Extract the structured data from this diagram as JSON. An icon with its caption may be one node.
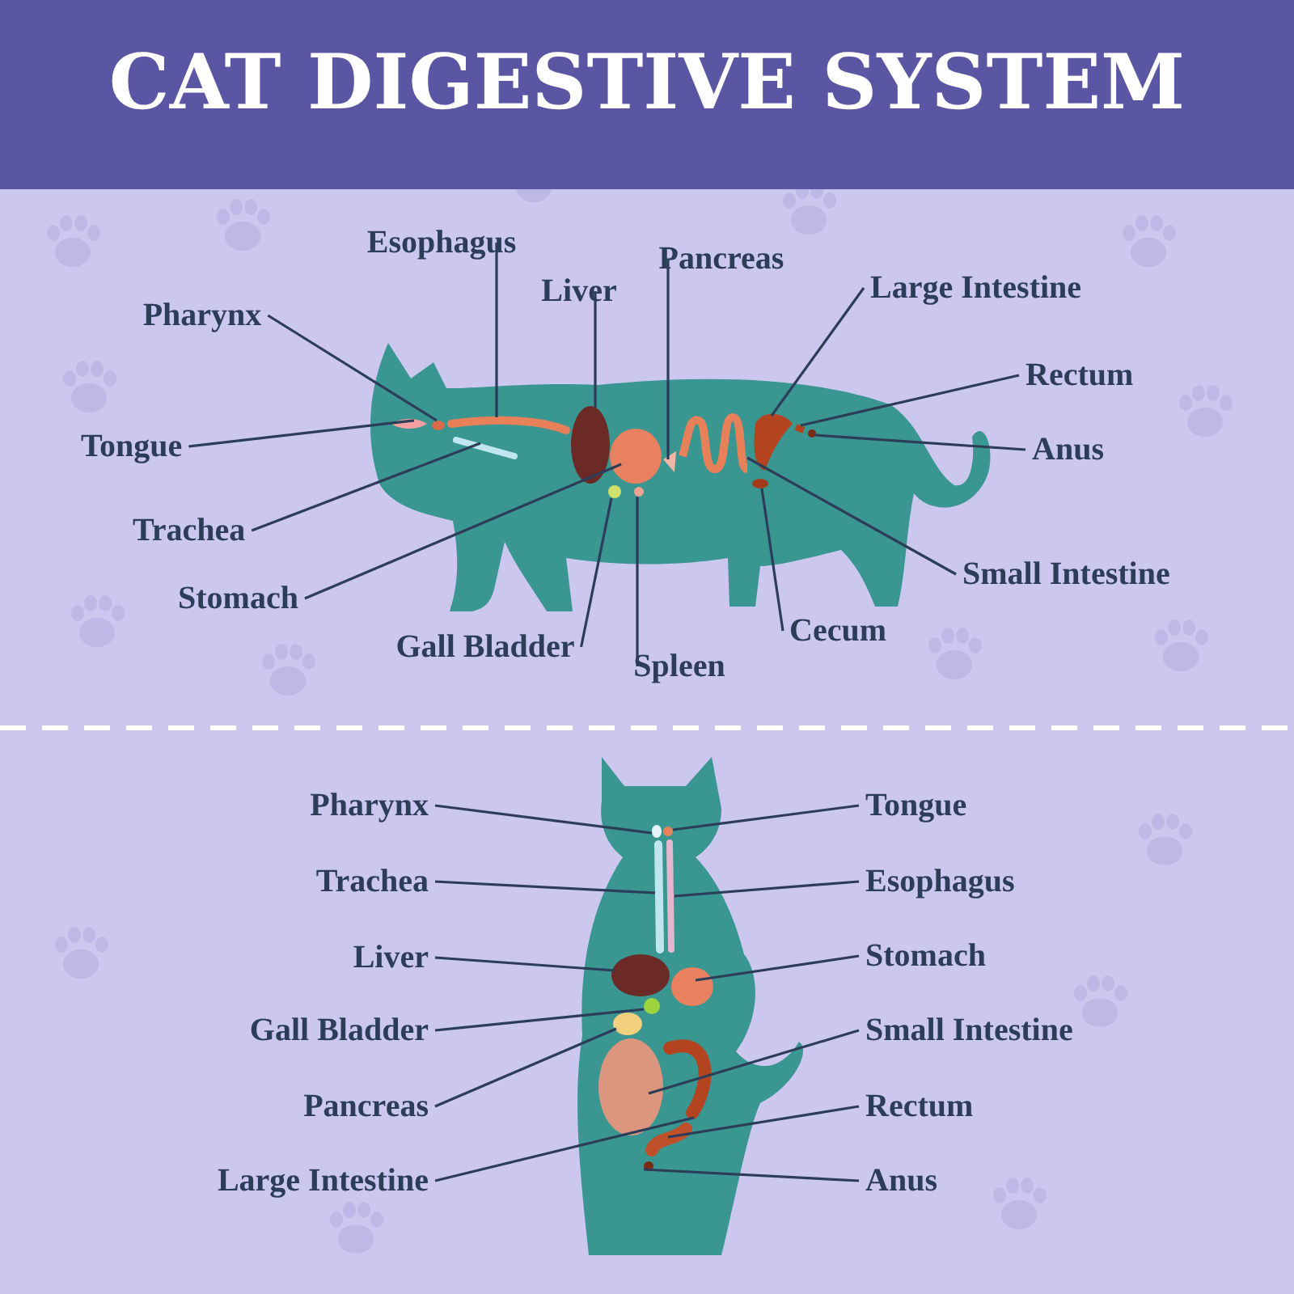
{
  "diagram": {
    "title": "CAT DIGESTIVE SYSTEM",
    "nodes": [
      {
        "text": [
          "Esophagus"
        ]
      },
      {
        "text": [
          "Pancreas"
        ]
      },
      {
        "text": [
          "Large Intestine"
        ]
      },
      {
        "text": [
          "Liver"
        ]
      },
      {
        "text": [
          "Pharynx"
        ]
      },
      {
        "text": [
          "Rectum"
        ]
      },
      {
        "text": [
          "Tongue"
        ]
      },
      {
        "text": [
          "Anus"
        ]
      },
      {
        "text": [
          "Trachea"
        ]
      },
      {
        "text": [
          "Small Intestine"
        ]
      },
      {
        "text": [
          "Stomach"
        ]
      },
      {
        "text": [
          "Cecum"
        ]
      },
      {
        "text": [
          "Gall Bladder"
        ]
      },
      {
        "text": [
          "Spleen"
        ]
      },
      {
        "text": [
          "Pharynx"
        ]
      },
      {
        "text": [
          "Tongue"
        ]
      },
      {
        "text": [
          "Trachea"
        ]
      },
      {
        "text": [
          "Esophagus"
        ]
      },
      {
        "text": [
          "Liver"
        ]
      },
      {
        "text": [
          "Stomach"
        ]
      },
      {
        "text": [
          "Gall Bladder"
        ]
      },
      {
        "text": [
          "Small Intestine"
        ]
      },
      {
        "text": [
          "Pancreas"
        ]
      },
      {
        "text": [
          "Rectum"
        ]
      },
      {
        "text": [
          "Large Intestine"
        ]
      },
      {
        "text": [
          "Anus"
        ]
      },
      {
        "text": [],
        "shape": "picture"
      },
      {
        "text": [],
        "shape": "circle"
      },
      {
        "text": [],
        "shape": "picture"
      },
      {
        "text": [],
        "shape": "picture"
      },
      {
        "text": [],
        "shape": "circle"
      },
      {
        "text": [],
        "shape": "circle"
      },
      {
        "text": [],
        "shape": "circle"
      },
      {
        "text": [],
        "shape": "circle"
      },
      {
        "text": [],
        "shape": "picture"
      },
      {
        "text": [],
        "shape": "picture"
      },
      {
        "text": [],
        "shape": "picture"
      },
      {
        "text": [],
        "shape": "circle"
      },
      {
        "text": [],
        "shape": "picture"
      },
      {
        "text": [],
        "shape": "circle"
      },
      {
        "text": [],
        "shape": "circle"
      },
      {
        "text": [],
        "shape": "circle"
      },
      {
        "text": [],
        "shape": "picture"
      },
      {
        "text": [],
        "shape": "picture"
      },
      {
        "text": [],
        "shape": "circle"
      },
      {
        "text": [],
        "shape": "circle"
      },
      {
        "text": [],
        "shape": "circle"
      },
      {
        "text": [],
        "shape": "circle"
      },
      {
        "text": [],
        "shape": "circle"
      },
      {
        "text": [],
        "shape": "picture"
      },
      {
        "text": [],
        "shape": "picture"
      },
      {
        "text": [],
        "shape": "circle"
      }
    ],
    "edges": [
      {
        "from": 0,
        "to": 29,
        "arrow": "none"
      },
      {
        "from": 1,
        "to": 34,
        "arrow": "none"
      },
      {
        "from": 2,
        "to": 36,
        "arrow": "none"
      },
      {
        "from": 3,
        "to": 30,
        "arrow": "none"
      },
      {
        "from": 4,
        "to": 27,
        "arrow": "none"
      },
      {
        "from": 5,
        "to": 38,
        "arrow": "none"
      },
      {
        "from": 6,
        "to": 26,
        "arrow": "none"
      },
      {
        "from": 7,
        "to": 39,
        "arrow": "none"
      },
      {
        "from": 8,
        "to": 28,
        "arrow": "none"
      },
      {
        "from": 9,
        "to": 35,
        "arrow": "none"
      },
      {
        "from": 10,
        "to": 31,
        "arrow": "none"
      },
      {
        "from": 11,
        "to": 37,
        "arrow": "none"
      },
      {
        "from": 12,
        "to": 32,
        "arrow": "none"
      },
      {
        "from": 13,
        "to": 33,
        "arrow": "none"
      },
      {
        "from": 14,
        "to": 41,
        "arrow": "none"
      },
      {
        "from": 15,
        "to": 40,
        "arrow": "none"
      },
      {
        "from": 16,
        "to": 42,
        "arrow": "none"
      },
      {
        "from": 17,
        "to": 43,
        "arrow": "none"
      },
      {
        "from": 18,
        "to": 44,
        "arrow": "none"
      },
      {
        "from": 19,
        "to": 45,
        "arrow": "none"
      },
      {
        "from": 20,
        "to": 46,
        "arrow": "none"
      },
      {
        "from": 21,
        "to": 48,
        "arrow": "none"
      },
      {
        "from": 22,
        "to": 47,
        "arrow": "none"
      },
      {
        "from": 23,
        "to": 50,
        "arrow": "none"
      },
      {
        "from": 24,
        "to": 49,
        "arrow": "none"
      },
      {
        "from": 25,
        "to": 51,
        "arrow": "none"
      }
    ]
  }
}
